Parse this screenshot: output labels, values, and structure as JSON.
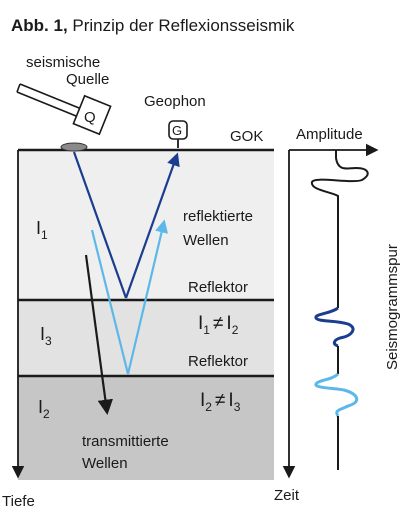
{
  "figure": {
    "title_prefix": "Abb. 1,",
    "title_text": " Prinzip der Reflexionsseismik"
  },
  "labels": {
    "source": [
      "seismische",
      "Quelle"
    ],
    "source_letter": "Q",
    "geophone": "Geophon",
    "geophone_letter": "G",
    "surface": "GOK",
    "amplitude": "Amplitude",
    "trace": "Seismogrammspur",
    "time_axis": "Zeit",
    "depth_axis": "Tiefe",
    "reflected_waves": [
      "reflektierte",
      "Wellen"
    ],
    "transmitted_waves": [
      "transmittierte",
      "Wellen"
    ],
    "reflector_1": "Reflektor",
    "reflector_2": "Reflektor"
  },
  "layers": [
    {
      "name": "I",
      "sub": "1",
      "fill": "#efefef"
    },
    {
      "name": "I",
      "sub": "3",
      "fill": "#e2e2e2"
    },
    {
      "name": "I",
      "sub": "2",
      "fill": "#c6c6c6"
    }
  ],
  "impedance_relations": [
    {
      "left": "I",
      "left_sub": "1",
      "op": "≠",
      "right": "I",
      "right_sub": "2"
    },
    {
      "left": "I",
      "left_sub": "2",
      "op": "≠",
      "right": "I",
      "right_sub": "3"
    }
  ],
  "colors": {
    "dark_ray": "#1b3d8f",
    "light_ray": "#5bb8e8",
    "line": "#1a1a1a"
  }
}
